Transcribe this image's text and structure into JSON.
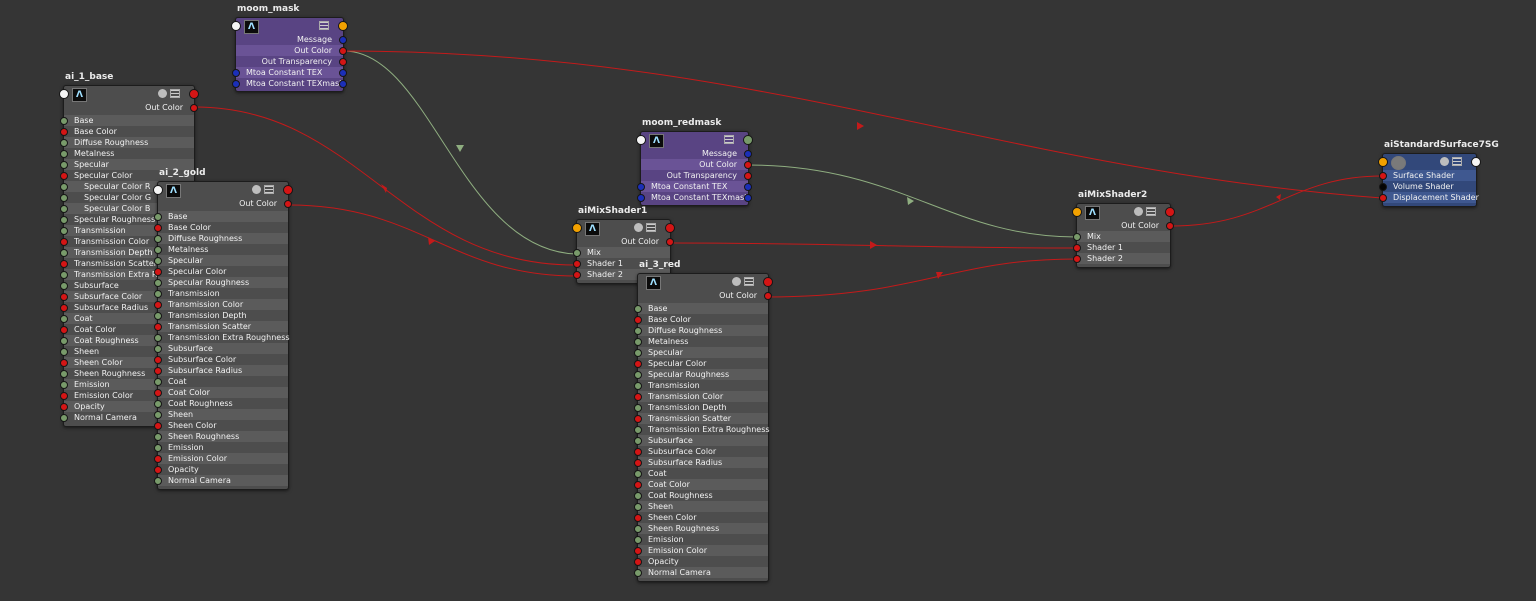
{
  "nodes": {
    "moom_mask": {
      "title": "moom_mask",
      "rows": [
        {
          "label": "Message",
          "side": "right",
          "color": "#1b2fb8"
        },
        {
          "label": "Out Color",
          "side": "right",
          "color": "#d41515"
        },
        {
          "label": "Out Transparency",
          "side": "right",
          "color": "#d41515"
        },
        {
          "label": "Mtoa Constant TEX",
          "side": "both",
          "color": "#1b2fb8"
        },
        {
          "label": "Mtoa Constant TEXmask",
          "side": "both",
          "color": "#1b2fb8"
        }
      ]
    },
    "moom_redmask": {
      "title": "moom_redmask",
      "rows": [
        {
          "label": "Message",
          "side": "right",
          "color": "#1b2fb8"
        },
        {
          "label": "Out Color",
          "side": "right",
          "color": "#d41515"
        },
        {
          "label": "Out Transparency",
          "side": "right",
          "color": "#d41515"
        },
        {
          "label": "Mtoa Constant TEX",
          "side": "both",
          "color": "#1b2fb8"
        },
        {
          "label": "Mtoa Constant TEXmask",
          "side": "both",
          "color": "#1b2fb8"
        }
      ]
    },
    "ai_1_base": {
      "title": "ai_1_base",
      "out_label": "Out Color",
      "inputs": [
        {
          "label": "Base",
          "color": "#789a6a"
        },
        {
          "label": "Base Color",
          "color": "#d41515"
        },
        {
          "label": "Diffuse Roughness",
          "color": "#789a6a"
        },
        {
          "label": "Metalness",
          "color": "#789a6a"
        },
        {
          "label": "Specular",
          "color": "#789a6a"
        },
        {
          "label": "Specular Color",
          "color": "#d41515"
        },
        {
          "label": "Specular Color R",
          "color": "#789a6a",
          "indent": true
        },
        {
          "label": "Specular Color G",
          "color": "#789a6a",
          "indent": true
        },
        {
          "label": "Specular Color B",
          "color": "#789a6a",
          "indent": true
        },
        {
          "label": "Specular Roughness",
          "color": "#789a6a"
        },
        {
          "label": "Transmission",
          "color": "#789a6a"
        },
        {
          "label": "Transmission Color",
          "color": "#d41515"
        },
        {
          "label": "Transmission Depth",
          "color": "#789a6a"
        },
        {
          "label": "Transmission Scatter",
          "color": "#d41515"
        },
        {
          "label": "Transmission Extra Roughness",
          "color": "#789a6a"
        },
        {
          "label": "Subsurface",
          "color": "#789a6a"
        },
        {
          "label": "Subsurface Color",
          "color": "#d41515"
        },
        {
          "label": "Subsurface Radius",
          "color": "#d41515"
        },
        {
          "label": "Coat",
          "color": "#789a6a"
        },
        {
          "label": "Coat Color",
          "color": "#d41515"
        },
        {
          "label": "Coat Roughness",
          "color": "#789a6a"
        },
        {
          "label": "Sheen",
          "color": "#789a6a"
        },
        {
          "label": "Sheen Color",
          "color": "#d41515"
        },
        {
          "label": "Sheen Roughness",
          "color": "#789a6a"
        },
        {
          "label": "Emission",
          "color": "#789a6a"
        },
        {
          "label": "Emission Color",
          "color": "#d41515"
        },
        {
          "label": "Opacity",
          "color": "#d41515"
        },
        {
          "label": "Normal Camera",
          "color": "#789a6a"
        }
      ]
    },
    "ai_2_gold": {
      "title": "ai_2_gold",
      "out_label": "Out Color",
      "inputs": [
        {
          "label": "Base",
          "color": "#789a6a"
        },
        {
          "label": "Base Color",
          "color": "#d41515"
        },
        {
          "label": "Diffuse Roughness",
          "color": "#789a6a"
        },
        {
          "label": "Metalness",
          "color": "#789a6a"
        },
        {
          "label": "Specular",
          "color": "#789a6a"
        },
        {
          "label": "Specular Color",
          "color": "#d41515"
        },
        {
          "label": "Specular Roughness",
          "color": "#789a6a"
        },
        {
          "label": "Transmission",
          "color": "#789a6a"
        },
        {
          "label": "Transmission Color",
          "color": "#d41515"
        },
        {
          "label": "Transmission Depth",
          "color": "#789a6a"
        },
        {
          "label": "Transmission Scatter",
          "color": "#d41515"
        },
        {
          "label": "Transmission Extra Roughness",
          "color": "#789a6a"
        },
        {
          "label": "Subsurface",
          "color": "#789a6a"
        },
        {
          "label": "Subsurface Color",
          "color": "#d41515"
        },
        {
          "label": "Subsurface Radius",
          "color": "#d41515"
        },
        {
          "label": "Coat",
          "color": "#789a6a"
        },
        {
          "label": "Coat Color",
          "color": "#d41515"
        },
        {
          "label": "Coat Roughness",
          "color": "#789a6a"
        },
        {
          "label": "Sheen",
          "color": "#789a6a"
        },
        {
          "label": "Sheen Color",
          "color": "#d41515"
        },
        {
          "label": "Sheen Roughness",
          "color": "#789a6a"
        },
        {
          "label": "Emission",
          "color": "#789a6a"
        },
        {
          "label": "Emission Color",
          "color": "#d41515"
        },
        {
          "label": "Opacity",
          "color": "#d41515"
        },
        {
          "label": "Normal Camera",
          "color": "#789a6a"
        }
      ]
    },
    "ai_3_red": {
      "title": "ai_3_red",
      "out_label": "Out Color",
      "inputs": [
        {
          "label": "Base",
          "color": "#789a6a"
        },
        {
          "label": "Base Color",
          "color": "#d41515"
        },
        {
          "label": "Diffuse Roughness",
          "color": "#789a6a"
        },
        {
          "label": "Metalness",
          "color": "#789a6a"
        },
        {
          "label": "Specular",
          "color": "#789a6a"
        },
        {
          "label": "Specular Color",
          "color": "#d41515"
        },
        {
          "label": "Specular Roughness",
          "color": "#789a6a"
        },
        {
          "label": "Transmission",
          "color": "#789a6a"
        },
        {
          "label": "Transmission Color",
          "color": "#d41515"
        },
        {
          "label": "Transmission Depth",
          "color": "#789a6a"
        },
        {
          "label": "Transmission Scatter",
          "color": "#d41515"
        },
        {
          "label": "Transmission Extra Roughness",
          "color": "#789a6a"
        },
        {
          "label": "Subsurface",
          "color": "#789a6a"
        },
        {
          "label": "Subsurface Color",
          "color": "#d41515"
        },
        {
          "label": "Subsurface Radius",
          "color": "#d41515"
        },
        {
          "label": "Coat",
          "color": "#789a6a"
        },
        {
          "label": "Coat Color",
          "color": "#d41515"
        },
        {
          "label": "Coat Roughness",
          "color": "#789a6a"
        },
        {
          "label": "Sheen",
          "color": "#789a6a"
        },
        {
          "label": "Sheen Color",
          "color": "#d41515"
        },
        {
          "label": "Sheen Roughness",
          "color": "#789a6a"
        },
        {
          "label": "Emission",
          "color": "#789a6a"
        },
        {
          "label": "Emission Color",
          "color": "#d41515"
        },
        {
          "label": "Opacity",
          "color": "#d41515"
        },
        {
          "label": "Normal Camera",
          "color": "#789a6a"
        }
      ]
    },
    "aiMixShader1": {
      "title": "aiMixShader1",
      "out_label": "Out Color",
      "inputs": [
        {
          "label": "Mix",
          "color": "#789a6a"
        },
        {
          "label": "Shader 1",
          "color": "#d41515"
        },
        {
          "label": "Shader 2",
          "color": "#d41515"
        }
      ]
    },
    "aiMixShader2": {
      "title": "aiMixShader2",
      "out_label": "Out Color",
      "inputs": [
        {
          "label": "Mix",
          "color": "#789a6a"
        },
        {
          "label": "Shader 1",
          "color": "#d41515"
        },
        {
          "label": "Shader 2",
          "color": "#d41515"
        }
      ]
    },
    "aiStandardSurface7SG": {
      "title": "aiStandardSurface7SG",
      "inputs": [
        {
          "label": "Surface Shader",
          "color": "#d41515"
        },
        {
          "label": "Volume Shader",
          "color": "#050505"
        },
        {
          "label": "Displacement Shader",
          "color": "#d41515"
        }
      ]
    }
  },
  "colors": {
    "background": "#353535",
    "connection_color": "#c41a1a",
    "connection_scalar": "#8fae80"
  }
}
